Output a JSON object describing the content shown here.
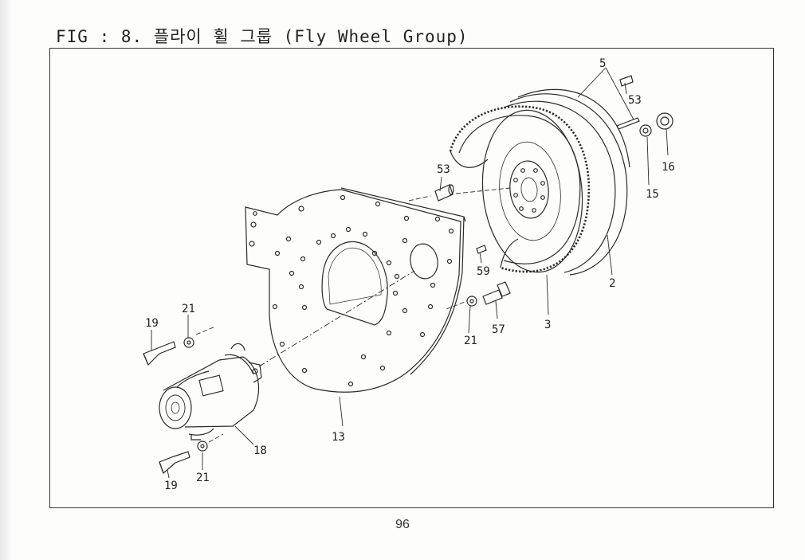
{
  "title": "FIG : 8. 플라이 휠 그룹 (Fly Wheel Group)",
  "page_number": "96",
  "callouts": {
    "c5": "5",
    "c53a": "53",
    "c16": "16",
    "c15": "15",
    "c53b": "53",
    "c2": "2",
    "c59": "59",
    "c3": "3",
    "c21a": "21",
    "c57": "57",
    "c21b": "21",
    "c19a": "19",
    "c18": "18",
    "c13": "13",
    "c19b": "19",
    "c21c": "21"
  }
}
